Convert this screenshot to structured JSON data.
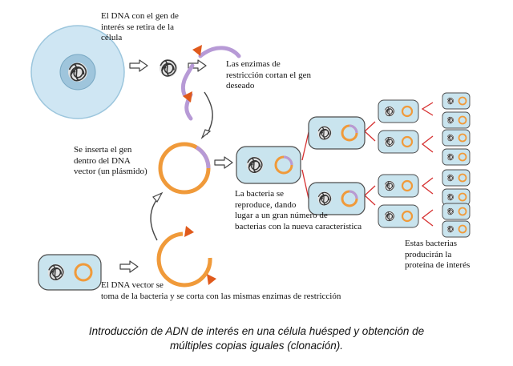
{
  "labels": {
    "dna_removed": "El DNA con el gen de\ninterés se retira de la\ncélula",
    "enzymes_cut": "Las enzimas de\nrestricción cortan el gen\ndeseado",
    "gene_inserted": "Se inserta el gen\ndentro del DNA\nvector (un plásmido)",
    "bacteria_reproduce": "La bacteria se\nreproduce, dando\nlugar a un gran número de\nbacterias con la nueva característica",
    "produce_protein": "Estas bacterias\nproducirán la\nproteína de interés",
    "vector_taken": "El DNA vector se\ntoma de la bacteria y se corta con las mismas enzimas de restricción"
  },
  "caption": "Introducción de ADN de interés en una célula huésped y obtención de\nmúltiples copias iguales (clonación).",
  "colors": {
    "cell_fill": "#cfe6f3",
    "cell_outline": "#8bbcd6",
    "bacteria_fill": "#c9e4ee",
    "plasmid": "#f09a3a",
    "gene": "#b79ad6",
    "enzyme": "#e05a1c",
    "red_line": "#d63030",
    "arrow": "#444444"
  },
  "icons": {
    "arrow": "process-arrow-icon",
    "chromosome": "dna-tangle-icon"
  }
}
